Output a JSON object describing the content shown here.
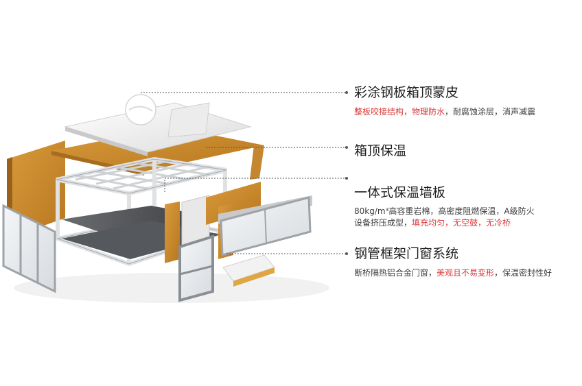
{
  "callouts": [
    {
      "title": "彩涂钢板箱顶蒙皮",
      "desc_lines": [
        [
          {
            "text": "整板咬接结构，物理防水",
            "hl": true
          },
          {
            "text": "，耐腐蚀涂层，消声减震",
            "hl": false
          }
        ]
      ]
    },
    {
      "title": "箱顶保温",
      "desc_lines": []
    },
    {
      "title": "一体式保温墙板",
      "desc_lines": [
        [
          {
            "text": "80kg/m³高容重岩棉，高密度阻燃保温，A级防火",
            "hl": false
          }
        ],
        [
          {
            "text": "设备挤压成型，",
            "hl": false
          },
          {
            "text": "填充均匀，无空鼓，无冷桥",
            "hl": true
          }
        ]
      ]
    },
    {
      "title": "钢管框架门窗系统",
      "desc_lines": [
        [
          {
            "text": "断桥隔热铝合金门窗，",
            "hl": false
          },
          {
            "text": "美观且不易变形",
            "hl": true
          },
          {
            "text": "，保温密封性好",
            "hl": false
          }
        ]
      ]
    }
  ],
  "colors": {
    "insulation": "#c98a2e",
    "insulation_dark": "#a86c1e",
    "frame": "#dfe1e3",
    "frame_edge": "#9ea3a8",
    "floor": "#4a4c50",
    "highlight": "#d8393a"
  }
}
